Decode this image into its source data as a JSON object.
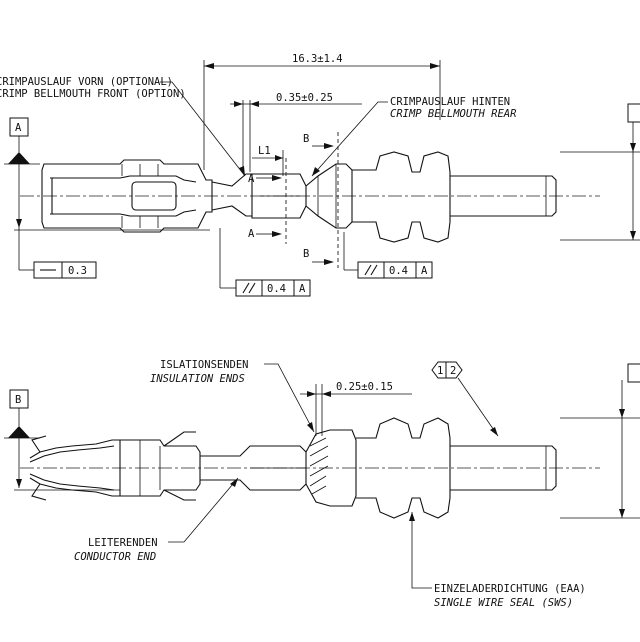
{
  "top_view": {
    "crimp_front_de": "CRIMPAUSLAUF VORN (OPTIONAL)",
    "crimp_front_en": "CRIMP BELLMOUTH FRONT (OPTION)",
    "crimp_rear_de": "CRIMPAUSLAUF HINTEN",
    "crimp_rear_en": "CRIMP BELLMOUTH REAR",
    "dim_length": "16.3±1.4",
    "dim_bellmouth": "0.35±0.25",
    "dim_l1": "L1",
    "section_a": "A",
    "section_b": "B",
    "datum": "A",
    "flatness_value": "0.3",
    "parallel_a_value": "0.4",
    "parallel_a_ref": "A",
    "parallel_b_value": "0.4",
    "parallel_b_ref": "A"
  },
  "bottom_view": {
    "insulation_de": "ISLATIONSENDEN",
    "insulation_en": "INSULATION ENDS",
    "dim_insulation": "0.25±0.15",
    "datum": "B",
    "conductor_de": "LEITERENDEN",
    "conductor_en": "CONDUCTOR END",
    "seal_de": "EINZELADERDICHTUNG (EAA)",
    "seal_en": "SINGLE WIRE SEAL (SWS)",
    "balloon_1": "1",
    "balloon_2": "2"
  }
}
